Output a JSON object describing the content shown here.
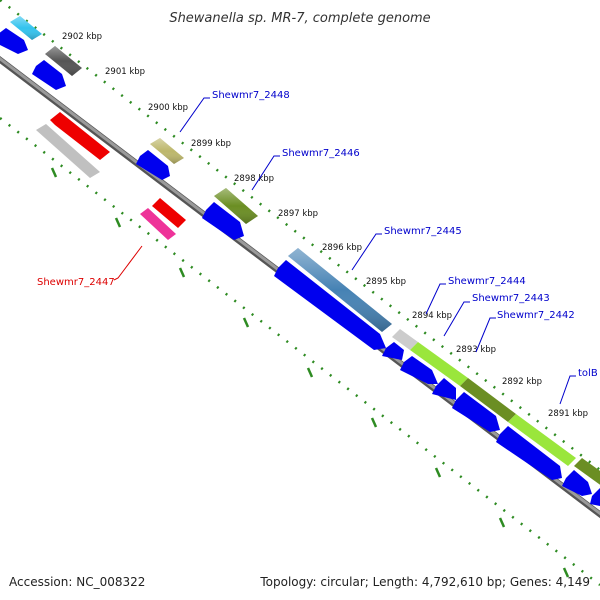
{
  "title": "Shewanella sp. MR-7, complete genome",
  "footer": {
    "accession": "Accession: NC_008322",
    "topology": "Topology: circular; Length: 4,792,610 bp; Genes: 4,149"
  },
  "colors": {
    "cds_arrow": "#0000ee",
    "backbone": "#7f7f7f",
    "tick": "#2e8b22",
    "gene_label": "#0000cc",
    "highlight_label": "#dd0000"
  },
  "kbp_labels": [
    "2902 kbp",
    "2901 kbp",
    "2900 kbp",
    "2899 kbp",
    "2898 kbp",
    "2897 kbp",
    "2896 kbp",
    "2895 kbp",
    "2894 kbp",
    "2893 kbp",
    "2892 kbp",
    "2891 kbp"
  ],
  "gene_labels": [
    "Shewmr7_2448",
    "Shewmr7_2446",
    "Shewmr7_2445",
    "Shewmr7_2444",
    "Shewmr7_2443",
    "Shewmr7_2442",
    "tolB",
    "Shewmr7_2447"
  ]
}
